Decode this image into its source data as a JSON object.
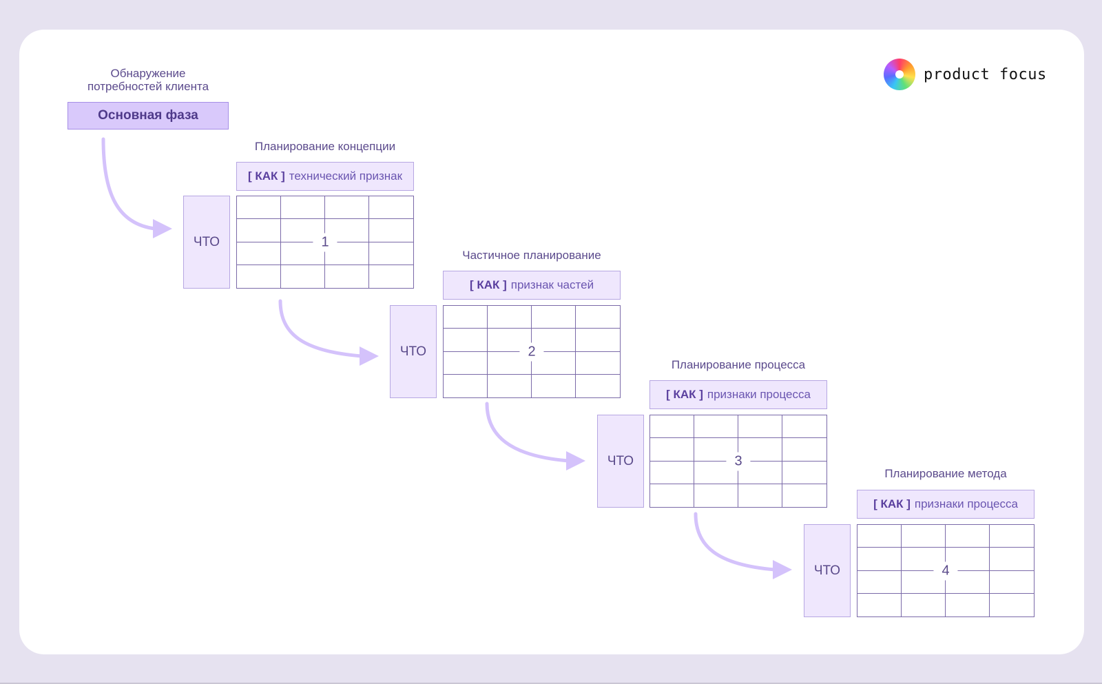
{
  "brand": {
    "name": "product focus",
    "logo_icon": "color-wheel-icon"
  },
  "colors": {
    "background": "#e6e2f0",
    "card": "#ffffff",
    "accent": "#d9c9fb",
    "arrow": "#d4c2fb",
    "text": "#5b4a8c"
  },
  "start": {
    "caption_line1": "Обнаружение",
    "caption_line2": "потребностей клиента",
    "phase_label": "Основная фаза"
  },
  "stages": [
    {
      "caption": "Планирование концепции",
      "how_prefix": "[ КАК ]",
      "how_text": "технический признак",
      "what_label": "ЧТО",
      "number": "1"
    },
    {
      "caption": "Частичное планирование",
      "how_prefix": "[ КАК ]",
      "how_text": "признак частей",
      "what_label": "ЧТО",
      "number": "2"
    },
    {
      "caption": "Планирование процесса",
      "how_prefix": "[ КАК ]",
      "how_text": "признаки процесса",
      "what_label": "ЧТО",
      "number": "3"
    },
    {
      "caption": "Планирование метода",
      "how_prefix": "[ КАК ]",
      "how_text": "признаки процесса",
      "what_label": "ЧТО",
      "number": "4"
    }
  ]
}
